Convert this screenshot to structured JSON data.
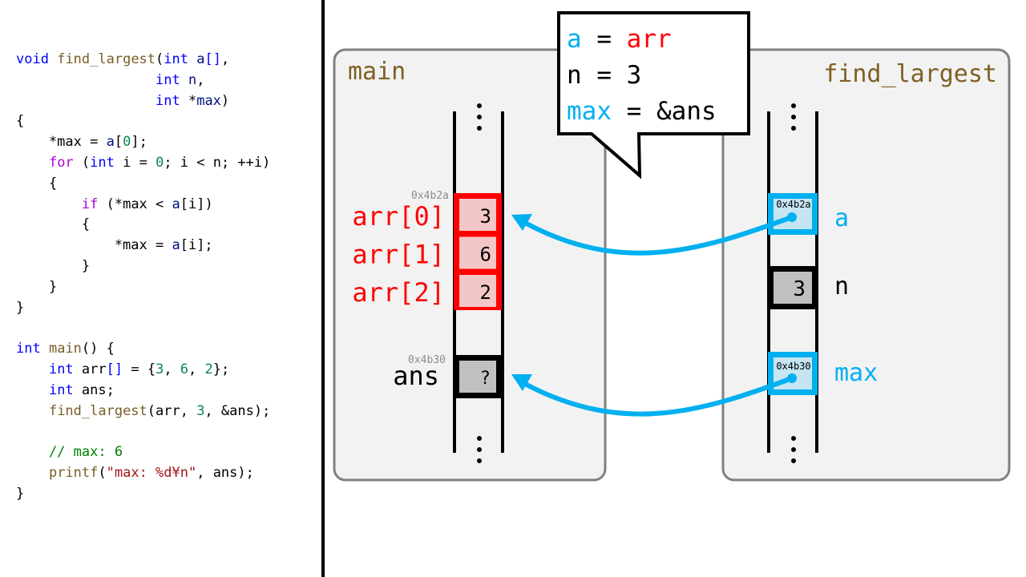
{
  "code": {
    "lines": [
      [
        {
          "t": "void",
          "c": "kw"
        },
        {
          "t": " "
        },
        {
          "t": "find_largest",
          "c": "fn"
        },
        {
          "t": "("
        },
        {
          "t": "int",
          "c": "kw"
        },
        {
          "t": " "
        },
        {
          "t": "a",
          "c": "par"
        },
        {
          "t": "[]",
          "c": "kw"
        },
        {
          "t": ","
        }
      ],
      [
        {
          "t": "                 "
        },
        {
          "t": "int",
          "c": "kw"
        },
        {
          "t": " "
        },
        {
          "t": "n",
          "c": "par"
        },
        {
          "t": ","
        }
      ],
      [
        {
          "t": "                 "
        },
        {
          "t": "int",
          "c": "kw"
        },
        {
          "t": " *"
        },
        {
          "t": "max",
          "c": "par"
        },
        {
          "t": ")"
        }
      ],
      [
        {
          "t": "{"
        }
      ],
      [
        {
          "t": "    *max = "
        },
        {
          "t": "a",
          "c": "par"
        },
        {
          "t": "["
        },
        {
          "t": "0",
          "c": "num"
        },
        {
          "t": "];"
        }
      ],
      [
        {
          "t": "    "
        },
        {
          "t": "for",
          "c": "ctl"
        },
        {
          "t": " ("
        },
        {
          "t": "int",
          "c": "kw"
        },
        {
          "t": " i = "
        },
        {
          "t": "0",
          "c": "num"
        },
        {
          "t": "; i < n; ++i)"
        }
      ],
      [
        {
          "t": "    {"
        }
      ],
      [
        {
          "t": "        "
        },
        {
          "t": "if",
          "c": "ctl"
        },
        {
          "t": " (*max < "
        },
        {
          "t": "a",
          "c": "par"
        },
        {
          "t": "[i])"
        }
      ],
      [
        {
          "t": "        {"
        }
      ],
      [
        {
          "t": "            *max = "
        },
        {
          "t": "a",
          "c": "par"
        },
        {
          "t": "[i];"
        }
      ],
      [
        {
          "t": "        }"
        }
      ],
      [
        {
          "t": "    }"
        }
      ],
      [
        {
          "t": "}"
        }
      ],
      [
        {
          "t": ""
        }
      ],
      [
        {
          "t": "int",
          "c": "kw"
        },
        {
          "t": " "
        },
        {
          "t": "main",
          "c": "fn"
        },
        {
          "t": "() {"
        }
      ],
      [
        {
          "t": "    "
        },
        {
          "t": "int",
          "c": "kw"
        },
        {
          "t": " arr"
        },
        {
          "t": "[]",
          "c": "kw"
        },
        {
          "t": " = {"
        },
        {
          "t": "3",
          "c": "num"
        },
        {
          "t": ", "
        },
        {
          "t": "6",
          "c": "num"
        },
        {
          "t": ", "
        },
        {
          "t": "2",
          "c": "num"
        },
        {
          "t": "};"
        }
      ],
      [
        {
          "t": "    "
        },
        {
          "t": "int",
          "c": "kw"
        },
        {
          "t": " ans;"
        }
      ],
      [
        {
          "t": "    "
        },
        {
          "t": "find_largest",
          "c": "fn"
        },
        {
          "t": "(arr, "
        },
        {
          "t": "3",
          "c": "num"
        },
        {
          "t": ", &ans);"
        }
      ],
      [
        {
          "t": ""
        }
      ],
      [
        {
          "t": "    "
        },
        {
          "t": "// max: 6",
          "c": "cmt"
        }
      ],
      [
        {
          "t": "    "
        },
        {
          "t": "printf",
          "c": "fn"
        },
        {
          "t": "("
        },
        {
          "t": "\"max: %d¥n\"",
          "c": "str"
        },
        {
          "t": ", ans);"
        }
      ],
      [
        {
          "t": "}"
        }
      ]
    ]
  },
  "colors": {
    "array_red": "#ff0000",
    "array_fill": "#f4c7c7",
    "pointer_blue": "#00b0f0",
    "pointer_fill": "#c5e5f3",
    "value_gray": "#c0c0c0",
    "frame_bg": "#f2f2f2",
    "frame_border": "#808080",
    "frame_title": "#7f6023",
    "address_gray": "#8c8c8c"
  },
  "main_frame": {
    "title": "main",
    "array_address": "0x4b2a",
    "array_cells": [
      {
        "label": "arr[0]",
        "value": "3"
      },
      {
        "label": "arr[1]",
        "value": "6"
      },
      {
        "label": "arr[2]",
        "value": "2"
      }
    ],
    "ans_address": "0x4b30",
    "ans_label": "ans",
    "ans_value": "?"
  },
  "find_largest_frame": {
    "title": "find_largest",
    "params": [
      {
        "label": "a",
        "value": "0x4b2a",
        "kind": "pointer"
      },
      {
        "label": "n",
        "value": "3",
        "kind": "value"
      },
      {
        "label": "max",
        "value": "0x4b30",
        "kind": "pointer"
      }
    ]
  },
  "callout": {
    "lines": [
      {
        "lhs": "a",
        "op": " = ",
        "rhs": "arr"
      },
      {
        "lhs": "n",
        "op": " = ",
        "rhs": "3"
      },
      {
        "lhs": "max",
        "op": " = ",
        "rhs": "&ans"
      }
    ]
  },
  "ellipsis": "⋮"
}
